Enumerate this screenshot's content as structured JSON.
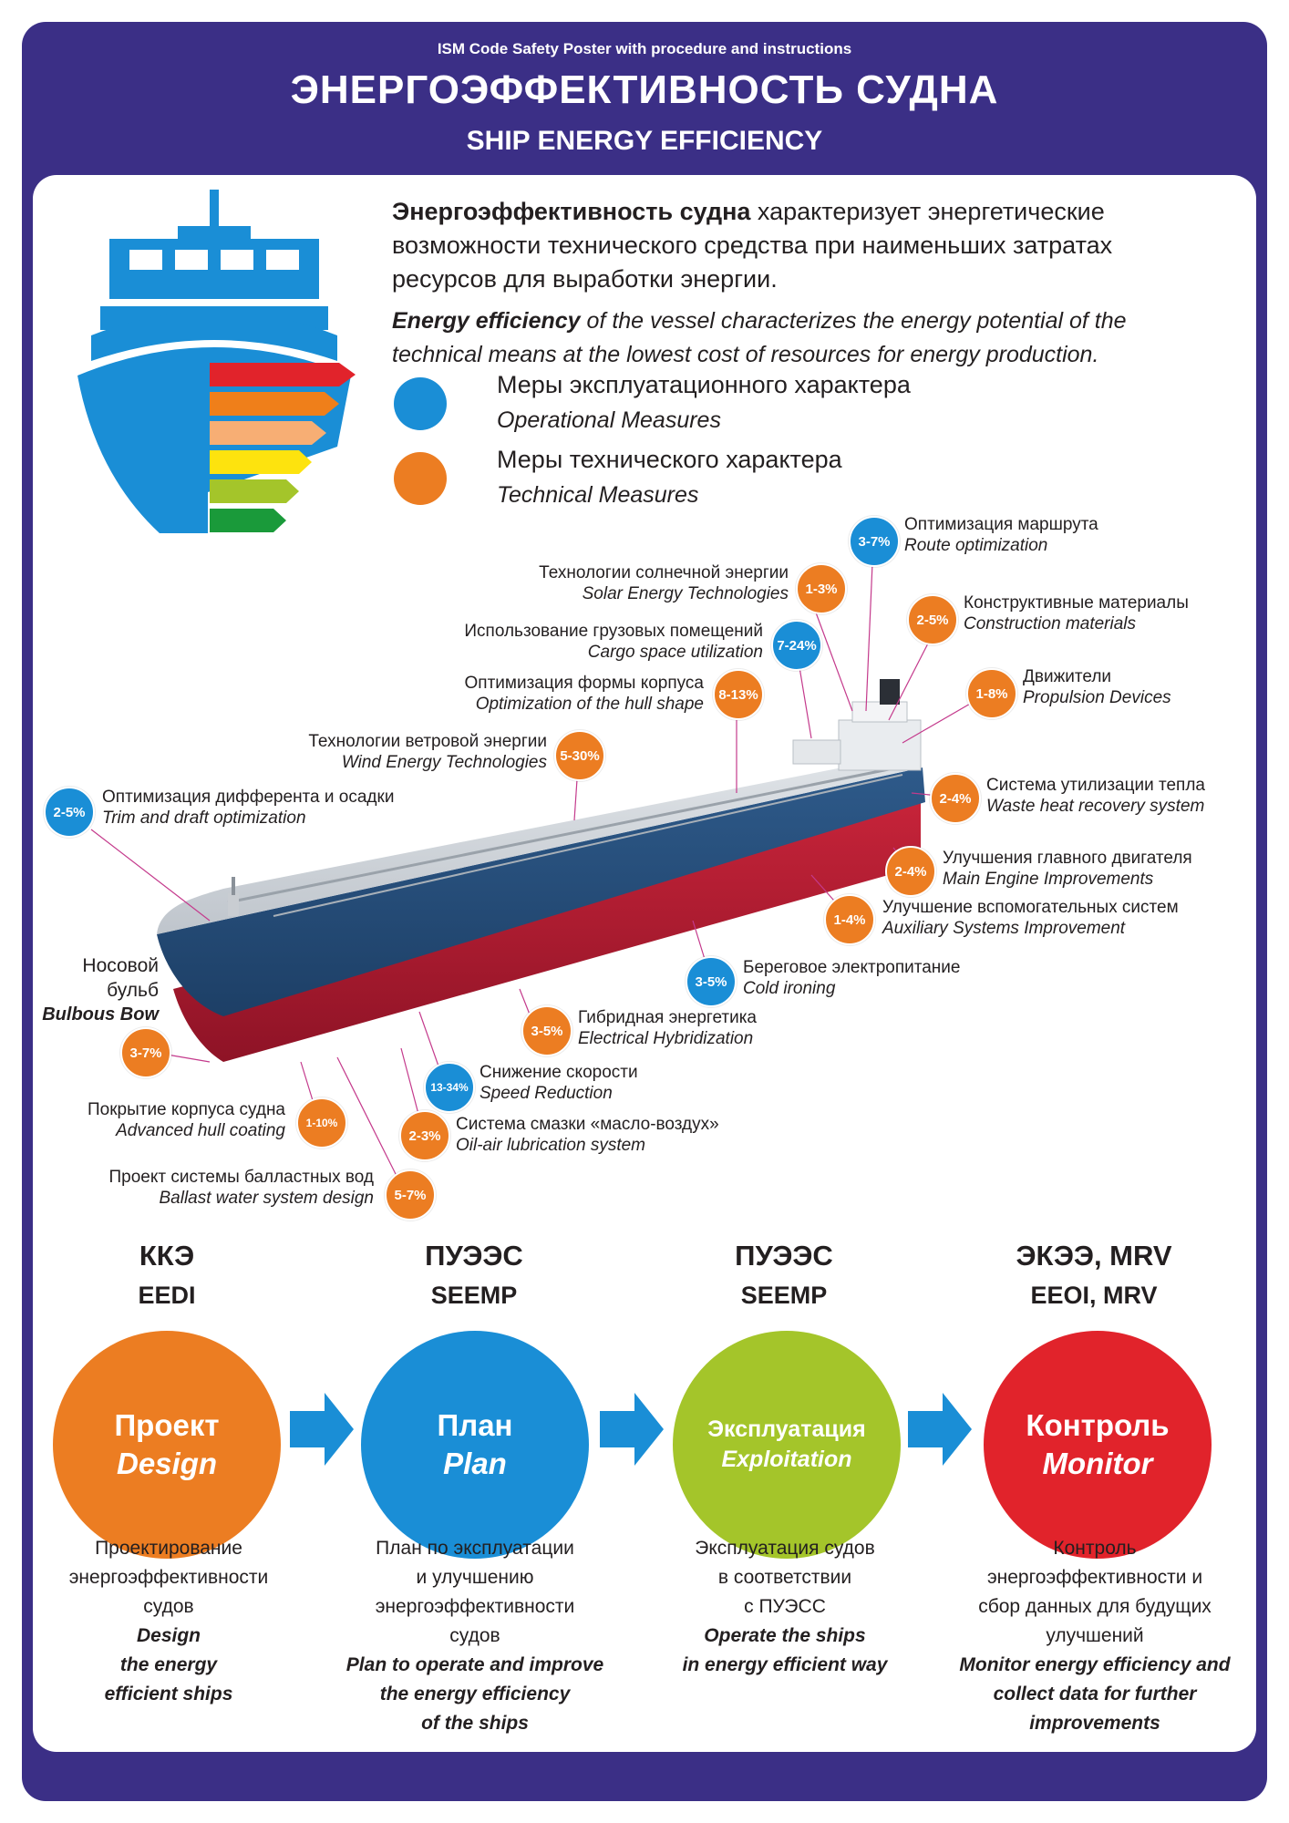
{
  "header": {
    "top_line": "ISM Code Safety Poster with procedure and instructions",
    "title_ru": "ЭНЕРГОЭФФЕКТИВНОСТЬ СУДНА",
    "title_en": "SHIP ENERGY EFFICIENCY"
  },
  "intro": {
    "ru_bold": "Энергоэффективность судна",
    "ru_rest": " характеризует энергетические возможности технического средства при наименьших затратах ресурсов для выработки энергии.",
    "en_bold": "Energy efficiency",
    "en_rest": " of the vessel characterizes the energy potential of the technical means at the lowest cost of resources for energy production."
  },
  "legend": {
    "operational_ru": "Меры эксплуатационного характера",
    "operational_en": "Operational Measures",
    "technical_ru": "Меры технического характера",
    "technical_en": "Technical Measures"
  },
  "colors": {
    "frame": "#3b2f86",
    "operational": "#1a8ed6",
    "technical": "#ec7d22",
    "design": "#ec7d22",
    "plan": "#1a8ed6",
    "exploitation": "#a4c52a",
    "monitor": "#e1232b",
    "arrow": "#1a8ed6"
  },
  "measures": {
    "route": {
      "pct": "3-7%",
      "ru": "Оптимизация маршрута",
      "en": "Route optimization"
    },
    "solar": {
      "pct": "1-3%",
      "ru": "Технологии солнечной энергии",
      "en": "Solar Energy Technologies"
    },
    "construction": {
      "pct": "2-5%",
      "ru": "Конструктивные материалы",
      "en": "Construction materials"
    },
    "cargo": {
      "pct": "7-24%",
      "ru": "Использование грузовых помещений",
      "en": "Cargo space utilization"
    },
    "propulsion": {
      "pct": "1-8%",
      "ru": "Движители",
      "en": "Propulsion Devices"
    },
    "hull_shape": {
      "pct": "8-13%",
      "ru": "Оптимизация формы корпуса",
      "en": "Optimization of the hull shape"
    },
    "wind": {
      "pct": "5-30%",
      "ru": "Технологии ветровой энергии",
      "en": "Wind Energy Technologies"
    },
    "waste_heat": {
      "pct": "2-4%",
      "ru": "Система утилизации тепла",
      "en": "Waste heat recovery system"
    },
    "trim": {
      "pct": "2-5%",
      "ru": "Оптимизация дифферента и осадки",
      "en": "Trim and draft optimization"
    },
    "main_engine": {
      "pct": "2-4%",
      "ru": "Улучшения главного двигателя",
      "en": "Main Engine Improvements"
    },
    "auxiliary": {
      "pct": "1-4%",
      "ru": "Улучшение вспомогательных систем",
      "en": "Auxiliary Systems Improvement"
    },
    "cold_ironing": {
      "pct": "3-5%",
      "ru": "Береговое электропитание",
      "en": "Cold ironing"
    },
    "bulbous": {
      "pct": "3-7%",
      "ru1": "Носовой",
      "ru2": "бульб",
      "en": "Bulbous Bow"
    },
    "hybrid": {
      "pct": "3-5%",
      "ru": "Гибридная энергетика",
      "en": "Electrical Hybridization"
    },
    "speed": {
      "pct": "13-34%",
      "ru": "Снижение скорости",
      "en": "Speed Reduction"
    },
    "coating": {
      "pct": "1-10%",
      "ru": "Покрытие корпуса судна",
      "en": "Advanced hull coating"
    },
    "lubrication": {
      "pct": "2-3%",
      "ru": "Система смазки «масло-воздух»",
      "en": "Oil-air lubrication system"
    },
    "ballast": {
      "pct": "5-7%",
      "ru": "Проект системы балластных вод",
      "en": "Ballast water system design"
    }
  },
  "stages": [
    {
      "code1": "ККЭ",
      "code2": "EEDI",
      "ru": "Проект",
      "en": "Design",
      "desc_ru": [
        "Проектирование",
        "энергоэффективности",
        "судов"
      ],
      "desc_en": [
        "Design",
        "the energy",
        "efficient ships"
      ]
    },
    {
      "code1": "ПУЭЭС",
      "code2": "SEEMP",
      "ru": "План",
      "en": "Plan",
      "desc_ru": [
        "План по эксплуатации",
        "и улучшению",
        "энергоэффективности",
        "судов"
      ],
      "desc_en": [
        "Plan to operate and improve",
        "the energy efficiency",
        "of the ships"
      ]
    },
    {
      "code1": "ПУЭЭС",
      "code2": "SEEMP",
      "ru": "Эксплуатация",
      "en": "Exploitation",
      "desc_ru": [
        "Эксплуатация судов",
        "в соответствии",
        "с ПУЭСС"
      ],
      "desc_en": [
        "Operate the ships",
        "in energy efficient way"
      ]
    },
    {
      "code1": "ЭКЭЭ, MRV",
      "code2": "EEOI, MRV",
      "ru": "Контроль",
      "en": "Monitor",
      "desc_ru": [
        "Контроль",
        "энергоэффективности и",
        "сбор данных для будущих",
        "улучшений"
      ],
      "desc_en": [
        "Monitor energy efficiency and",
        "collect data for further",
        "improvements"
      ]
    }
  ]
}
